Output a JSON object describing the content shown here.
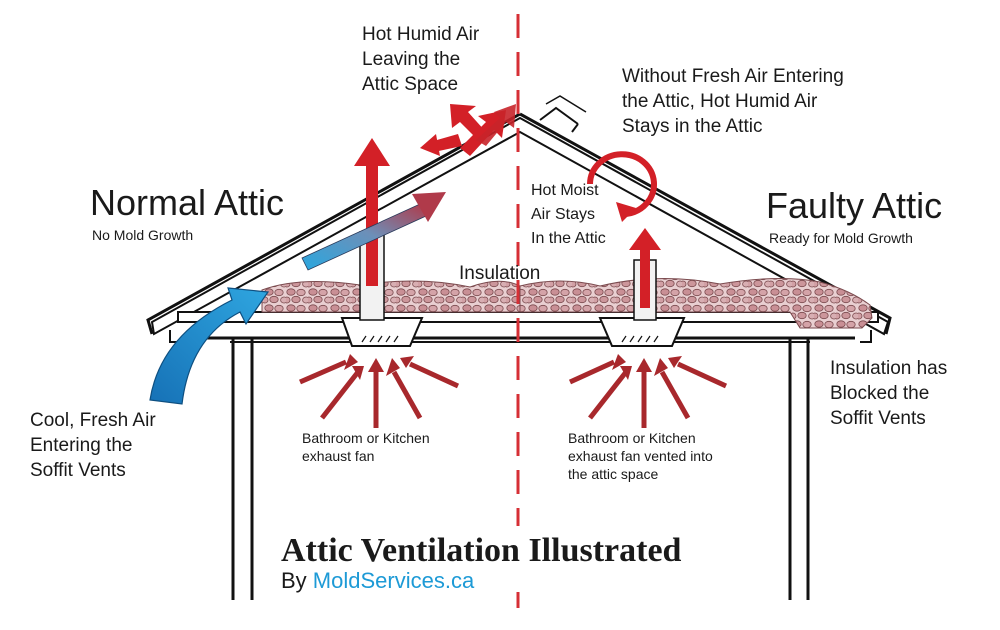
{
  "title": "Attic Ventilation Illustrated",
  "byline": {
    "prefix": "By ",
    "brand": "MoldServices.ca"
  },
  "normal_attic": {
    "heading": "Normal Attic",
    "subheading": "No Mold Growth"
  },
  "faulty_attic": {
    "heading": "Faulty Attic",
    "subheading": "Ready for Mold Growth"
  },
  "labels": {
    "hot_humid_air": [
      "Hot Humid Air",
      "Leaving the",
      "Attic Space"
    ],
    "without_fresh_air": [
      "Without Fresh Air Entering",
      "the Attic, Hot Humid Air",
      "Stays in the Attic"
    ],
    "hot_moist_air": [
      "Hot Moist",
      "Air Stays",
      "In the Attic"
    ],
    "insulation": "Insulation",
    "cool_fresh_air": [
      "Cool, Fresh Air",
      "Entering the",
      "Soffit Vents"
    ],
    "insulation_blocked": [
      "Insulation has",
      "Blocked the",
      "Soffit Vents"
    ],
    "fan_left": [
      "Bathroom or Kitchen",
      "exhaust fan"
    ],
    "fan_right": [
      "Bathroom or Kitchen",
      "exhaust fan vented into",
      "the attic space"
    ]
  },
  "colors": {
    "arrow_red": "#d32027",
    "fan_arrow": "#a8282c",
    "divider": "#d62f35",
    "brand_blue": "#1d9ad6",
    "insulation": "#c99a9d",
    "outline": "#111111"
  }
}
